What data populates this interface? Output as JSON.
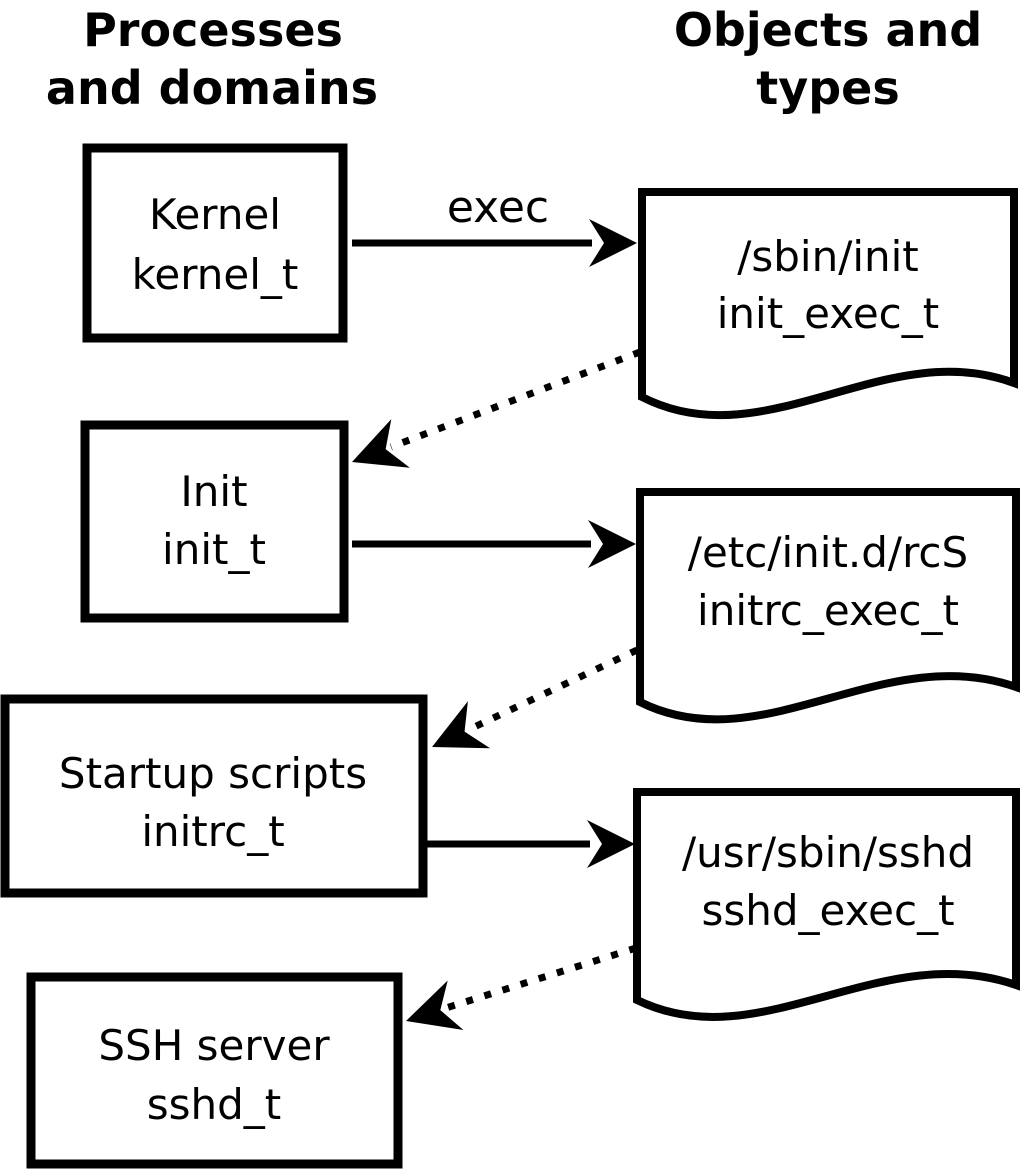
{
  "titles": {
    "left_line1": "Processes",
    "left_line2": "and domains",
    "right_line1": "Objects and",
    "right_line2": "types"
  },
  "processes": [
    {
      "label": "Kernel",
      "domain": "kernel_t"
    },
    {
      "label": "Init",
      "domain": "init_t"
    },
    {
      "label": "Startup scripts",
      "domain": "initrc_t"
    },
    {
      "label": "SSH server",
      "domain": "sshd_t"
    }
  ],
  "objects": [
    {
      "path": "/sbin/init",
      "type": "init_exec_t"
    },
    {
      "path": "/etc/init.d/rcS",
      "type": "initrc_exec_t"
    },
    {
      "path": "/usr/sbin/sshd",
      "type": "sshd_exec_t"
    }
  ],
  "arrow_labels": {
    "exec": "exec"
  },
  "colors": {
    "line": "#000000",
    "fill": "#ffffff",
    "background": "#ffffff"
  }
}
